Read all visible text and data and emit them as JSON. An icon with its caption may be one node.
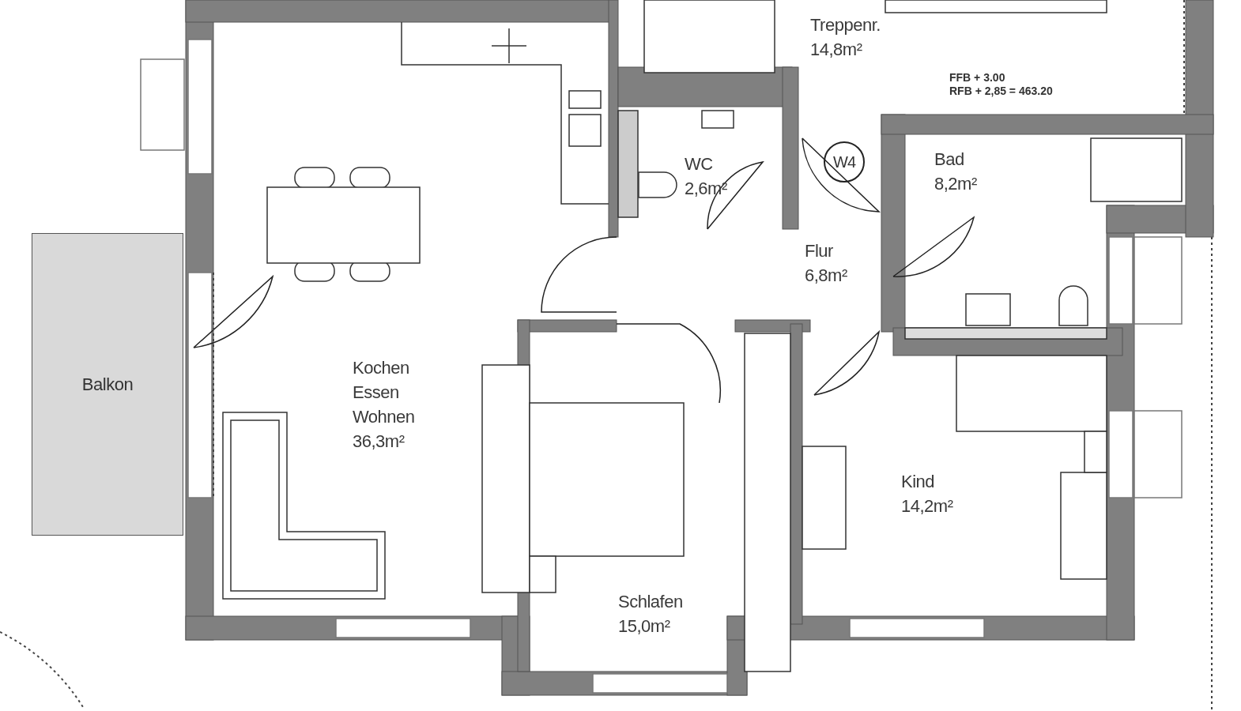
{
  "diagram": {
    "nodes": [
      {
        "text": [
          "Treppenr.",
          "14,8m²"
        ]
      },
      {
        "text": [
          "WC",
          "2,6m²"
        ]
      },
      {
        "text": [
          "W4"
        ]
      },
      {
        "text": [
          "Bad",
          "8,2m²"
        ]
      },
      {
        "text": [
          "Flur",
          "6,8m²"
        ]
      },
      {
        "text": [
          "Balkon"
        ]
      },
      {
        "text": [
          "Kochen Essen Wohnen",
          "36,3m²"
        ]
      },
      {
        "text": [
          "Kind",
          "14,2m²"
        ]
      },
      {
        "text": [
          "Schlafen",
          "15,0m²"
        ]
      }
    ],
    "edges": [],
    "labels": [
      "FFB + 3.00",
      "RFB + 2,85 = 463.20"
    ]
  }
}
